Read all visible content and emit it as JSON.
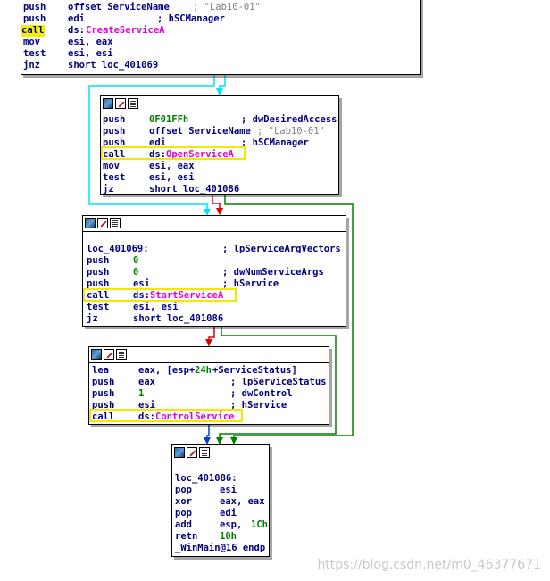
{
  "watermark": "https://blog.csdn.net/m0_46377671",
  "node1": {
    "lines": [
      {
        "instr": "push",
        "op": "offset ServiceName",
        "cmt": "; \"Lab10-01\""
      },
      {
        "instr": "push",
        "op": "edi",
        "cmt": "; hSCManager"
      },
      {
        "instr": "call",
        "op": "ds:",
        "api": "CreateServiceA"
      },
      {
        "instr": "mov",
        "op": "esi, eax"
      },
      {
        "instr": "test",
        "op": "esi, esi"
      },
      {
        "instr": "jnz",
        "op": "short loc_401069"
      }
    ]
  },
  "node2": {
    "lines": [
      {
        "instr": "push",
        "num": "0F01FFh",
        "cmt": "; dwDesiredAccess"
      },
      {
        "instr": "push",
        "op": "offset ServiceName",
        "cmt": "; \"Lab10-01\""
      },
      {
        "instr": "push",
        "op": "edi",
        "cmt": "; hSCManager"
      },
      {
        "instr": "call",
        "op": "ds:",
        "api": "OpenServiceA"
      },
      {
        "instr": "mov",
        "op": "esi, eax"
      },
      {
        "instr": "test",
        "op": "esi, esi"
      },
      {
        "instr": "jz",
        "op": "short loc_401086"
      }
    ]
  },
  "node3": {
    "label": "loc_401069:",
    "label_cmt": "; lpServiceArgVectors",
    "lines": [
      {
        "instr": "push",
        "num": "0"
      },
      {
        "instr": "push",
        "num": "0",
        "cmt": "; dwNumServiceArgs"
      },
      {
        "instr": "push",
        "op": "esi",
        "cmt": "; hService"
      },
      {
        "instr": "call",
        "op": "ds:",
        "api": "StartServiceA"
      },
      {
        "instr": "test",
        "op": "esi, esi"
      },
      {
        "instr": "jz",
        "op": "short loc_401086"
      }
    ]
  },
  "node4": {
    "lines": [
      {
        "instr": "lea",
        "op": "eax, [esp+",
        "num": "24h",
        "op2": "+ServiceStatus]"
      },
      {
        "instr": "push",
        "op": "eax",
        "cmt": "; lpServiceStatus"
      },
      {
        "instr": "push",
        "num": "1",
        "cmt": "; dwControl"
      },
      {
        "instr": "push",
        "op": "esi",
        "cmt": "; hService"
      },
      {
        "instr": "call",
        "op": "ds:",
        "api": "ControlService"
      }
    ]
  },
  "node5": {
    "label": "loc_401086:",
    "lines": [
      {
        "instr": "pop",
        "op": "esi"
      },
      {
        "instr": "xor",
        "op": "eax, eax"
      },
      {
        "instr": "pop",
        "op": "edi"
      },
      {
        "instr": "add",
        "op": "esp, ",
        "num": "1Ch"
      },
      {
        "instr": "retn",
        "num": "10h"
      }
    ],
    "end": "_WinMain@16 endp"
  },
  "colors": {
    "highlight": "#f5e800",
    "edge_cyan": "#00e0ff",
    "edge_red": "#e00000",
    "edge_green": "#008000",
    "edge_blue": "#0040e0"
  }
}
